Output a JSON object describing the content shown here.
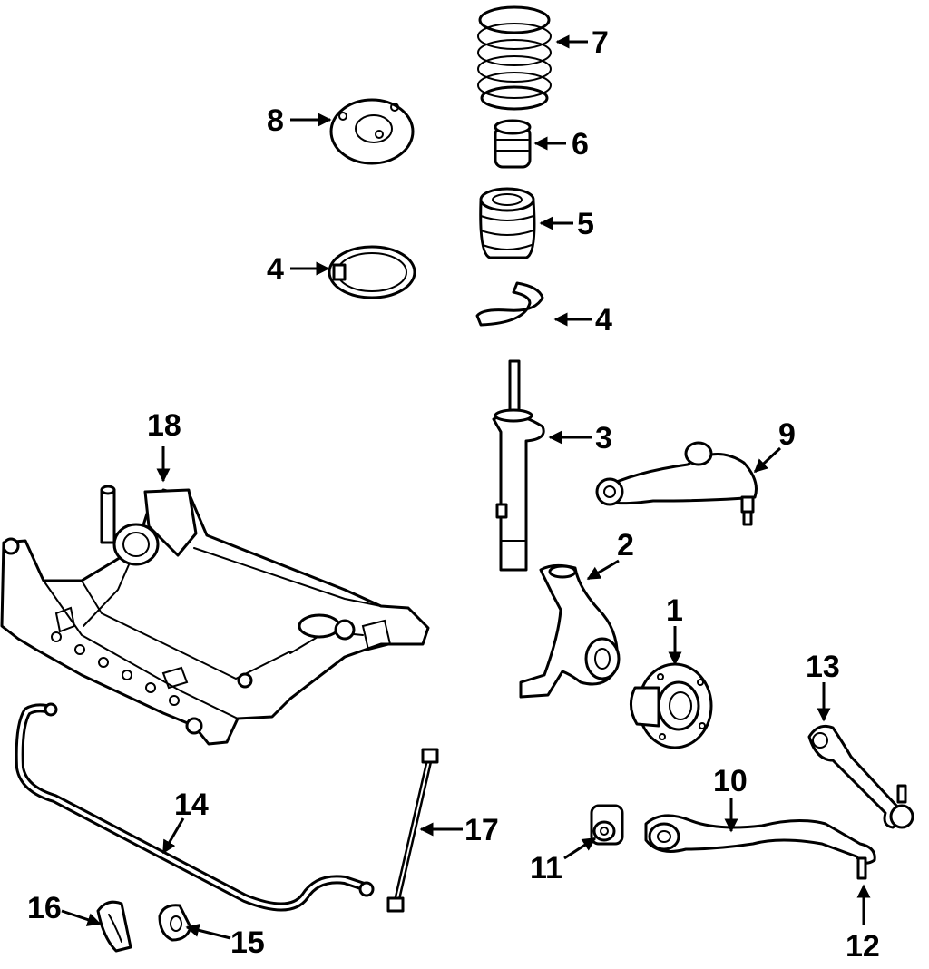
{
  "diagram": {
    "background": "#ffffff",
    "stroke": "#000000",
    "callouts": {
      "c1": "1",
      "c2": "2",
      "c3": "3",
      "c4a": "4",
      "c4b": "4",
      "c5": "5",
      "c6": "6",
      "c7": "7",
      "c8": "8",
      "c9": "9",
      "c10": "10",
      "c11": "11",
      "c12": "12",
      "c13": "13",
      "c14": "14",
      "c15": "15",
      "c16": "16",
      "c17": "17",
      "c18": "18"
    }
  }
}
